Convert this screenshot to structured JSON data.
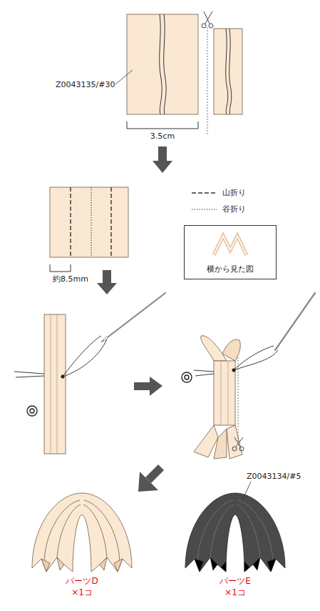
{
  "diagram": {
    "nodes": [
      {
        "text": [
          "横から見た図"
        ]
      }
    ],
    "labels": [
      "Z0043135/#30",
      "3.5cm",
      "約8.5mm",
      "Z0043134/#5",
      "パーツD",
      "×1コ",
      "パーツE",
      "×1コ"
    ],
    "legend": [
      {
        "text": "山折り"
      },
      {
        "text": "谷折り"
      }
    ]
  }
}
